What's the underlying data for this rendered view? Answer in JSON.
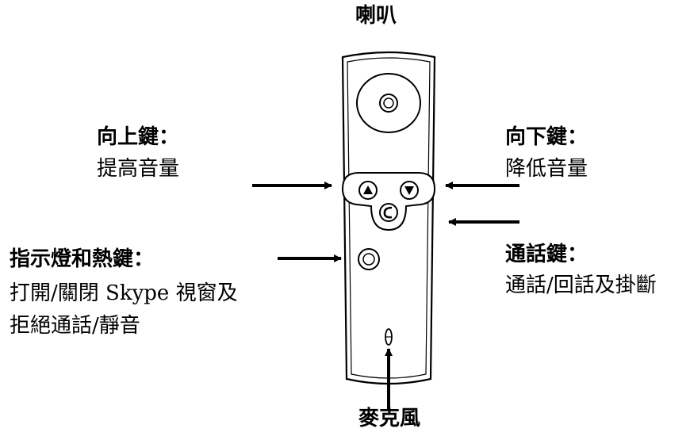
{
  "labels": {
    "speaker": "喇叭",
    "vol_up_title": "向上鍵：",
    "vol_up_desc": "提高音量",
    "vol_down_title": "向下鍵：",
    "vol_down_desc": "降低音量",
    "indicator_title": "指示燈和熱鍵：",
    "indicator_desc_1": "打開/關閉 Skype 視窗及",
    "indicator_desc_2": "拒絕通話/靜音",
    "call_title": "通話鍵：",
    "call_desc": "通話/回話及掛斷",
    "microphone": "麥克風"
  }
}
